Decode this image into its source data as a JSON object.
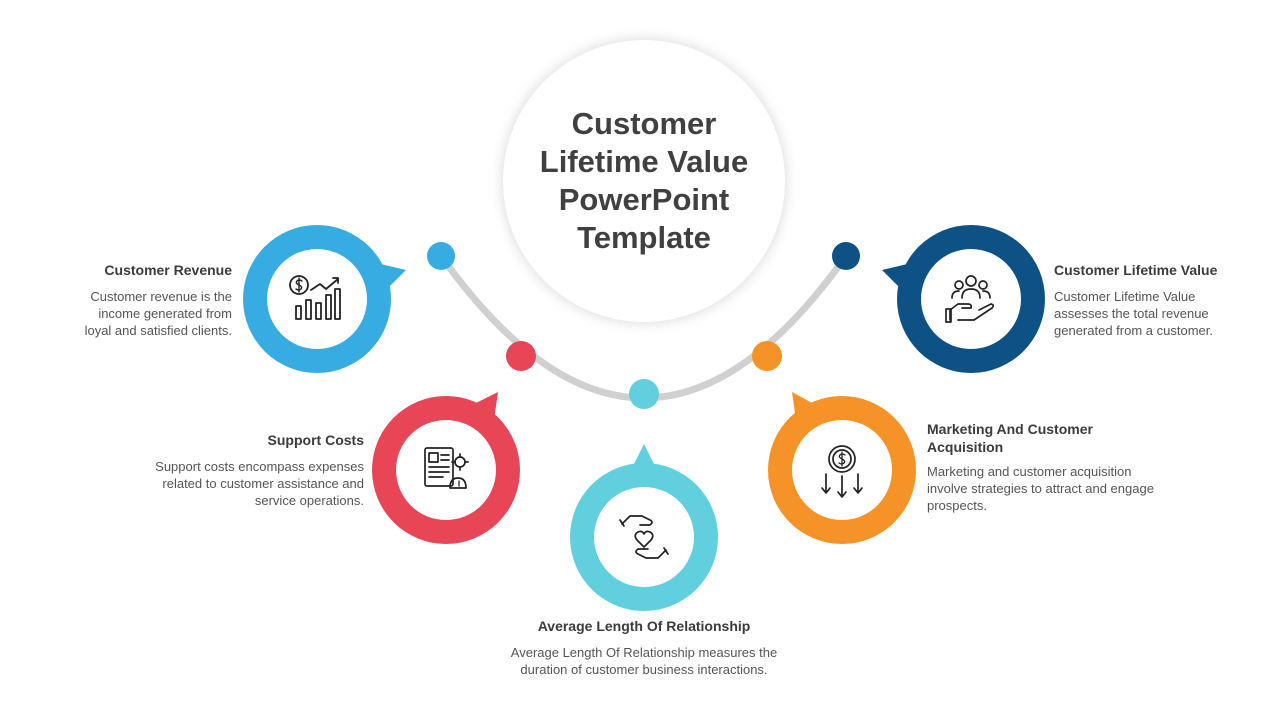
{
  "title": "Customer Lifetime Value PowerPoint Template",
  "items": [
    {
      "heading": "Customer Revenue",
      "text": "Customer revenue is the income generated from loyal and satisfied clients.",
      "color": "#36ace2",
      "icon": "revenue-growth-icon"
    },
    {
      "heading": "Support Costs",
      "text": "Support costs encompass expenses related to customer assistance and service operations.",
      "color": "#e84656",
      "icon": "support-costs-icon"
    },
    {
      "heading": "Average Length Of Relationship",
      "text": "Average Length Of Relationship measures the duration of customer business interactions.",
      "color": "#62cfde",
      "icon": "handshake-heart-icon"
    },
    {
      "heading": "Marketing And Customer Acquisition",
      "text": "Marketing and customer acquisition involve strategies to attract and engage prospects.",
      "color": "#f69328",
      "icon": "acquisition-funnel-icon"
    },
    {
      "heading": "Customer Lifetime Value",
      "text": "Customer Lifetime Value assesses the total revenue generated from a customer.",
      "color": "#0e5184",
      "icon": "customer-group-hand-icon"
    }
  ],
  "arc_color": "#d0d0d0"
}
